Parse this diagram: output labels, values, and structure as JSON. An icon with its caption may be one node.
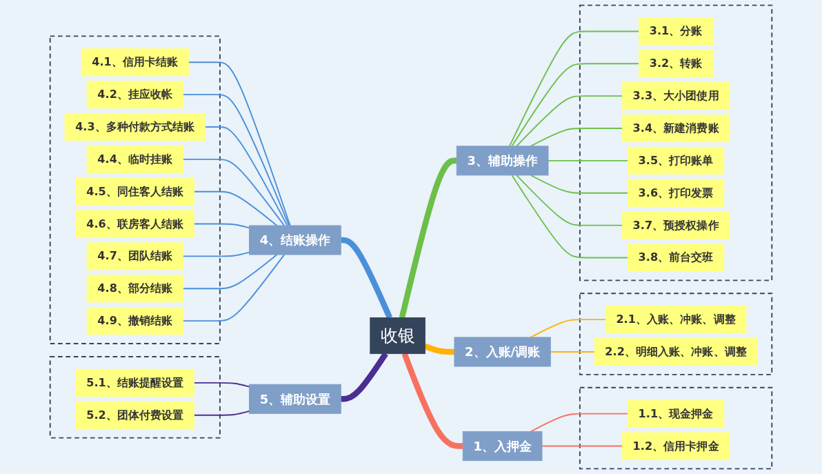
{
  "diagram": {
    "nodes": [
      {
        "text": [
          "收银"
        ]
      },
      {
        "text": [
          "1、入押金"
        ]
      },
      {
        "text": [],
        "shape": "box"
      },
      {
        "text": [
          "1.1、现金押金"
        ],
        "in": 2
      },
      {
        "text": [
          "1.2、信用卡押金"
        ],
        "in": 2
      },
      {
        "text": [
          "2、入账/调账"
        ]
      },
      {
        "text": [],
        "shape": "box"
      },
      {
        "text": [
          "2.1、入账、冲账、调整"
        ],
        "in": 6
      },
      {
        "text": [
          "2.2、明细入账、冲账、调整"
        ],
        "in": 6
      },
      {
        "text": [
          "3、辅助操作"
        ]
      },
      {
        "text": [],
        "shape": "box"
      },
      {
        "text": [
          "3.1、分账"
        ],
        "in": 10
      },
      {
        "text": [
          "3.2、转账"
        ],
        "in": 10
      },
      {
        "text": [
          "3.3、大小团使用"
        ],
        "in": 10
      },
      {
        "text": [
          "3.4、新建消费账"
        ],
        "in": 10
      },
      {
        "text": [
          "3.5、打印账单"
        ],
        "in": 10
      },
      {
        "text": [
          "3.6、打印发票"
        ],
        "in": 10
      },
      {
        "text": [
          "3.7、预授权操作"
        ],
        "in": 10
      },
      {
        "text": [
          "3.8、前台交班"
        ],
        "in": 10
      },
      {
        "text": [
          "4、结账操作"
        ]
      },
      {
        "text": [],
        "shape": "box"
      },
      {
        "text": [
          "4.1、信用卡结账"
        ],
        "in": 20
      },
      {
        "text": [
          "4.2、挂应收帐"
        ],
        "in": 20
      },
      {
        "text": [
          "4.3、多种付款方式结账"
        ],
        "in": 20
      },
      {
        "text": [
          "4.4、临时挂账"
        ],
        "in": 20
      },
      {
        "text": [
          "4.5、同住客人结账"
        ],
        "in": 20
      },
      {
        "text": [
          "4.6、联房客人结账"
        ],
        "in": 20
      },
      {
        "text": [
          "4.7、团队结账"
        ],
        "in": 20
      },
      {
        "text": [
          "4.8、部分结账"
        ],
        "in": 20
      },
      {
        "text": [
          "4.9、撤销结账"
        ],
        "in": 20
      },
      {
        "text": [
          "5、辅助设置"
        ]
      },
      {
        "text": [],
        "shape": "box"
      },
      {
        "text": [
          "5.1、结账提醒设置"
        ],
        "in": 31
      },
      {
        "text": [
          "5.2、团体付费设置"
        ],
        "in": 31
      }
    ],
    "edges": [
      {
        "from": 0,
        "to": 1,
        "arrow": "none",
        "style": "thick",
        "color": "#f87060"
      },
      {
        "from": 1,
        "to": 3,
        "arrow": "none",
        "color": "#f87060"
      },
      {
        "from": 1,
        "to": 4,
        "arrow": "none",
        "color": "#f87060"
      },
      {
        "from": 0,
        "to": 5,
        "arrow": "none",
        "style": "thick",
        "color": "#ffb300"
      },
      {
        "from": 5,
        "to": 7,
        "arrow": "none",
        "color": "#ffb300"
      },
      {
        "from": 5,
        "to": 8,
        "arrow": "none",
        "color": "#ffb300"
      },
      {
        "from": 0,
        "to": 9,
        "arrow": "none",
        "style": "thick",
        "color": "#6cc04a"
      },
      {
        "from": 9,
        "to": 11,
        "arrow": "none",
        "color": "#6cc04a"
      },
      {
        "from": 9,
        "to": 12,
        "arrow": "none",
        "color": "#6cc04a"
      },
      {
        "from": 9,
        "to": 13,
        "arrow": "none",
        "color": "#6cc04a"
      },
      {
        "from": 9,
        "to": 14,
        "arrow": "none",
        "color": "#6cc04a"
      },
      {
        "from": 9,
        "to": 15,
        "arrow": "none",
        "color": "#6cc04a"
      },
      {
        "from": 9,
        "to": 16,
        "arrow": "none",
        "color": "#6cc04a"
      },
      {
        "from": 9,
        "to": 17,
        "arrow": "none",
        "color": "#6cc04a"
      },
      {
        "from": 9,
        "to": 18,
        "arrow": "none",
        "color": "#6cc04a"
      },
      {
        "from": 0,
        "to": 19,
        "arrow": "none",
        "style": "thick",
        "color": "#4a90d9"
      },
      {
        "from": 19,
        "to": 21,
        "arrow": "none",
        "color": "#4a90d9"
      },
      {
        "from": 19,
        "to": 22,
        "arrow": "none",
        "color": "#4a90d9"
      },
      {
        "from": 19,
        "to": 23,
        "arrow": "none",
        "color": "#4a90d9"
      },
      {
        "from": 19,
        "to": 24,
        "arrow": "none",
        "color": "#4a90d9"
      },
      {
        "from": 19,
        "to": 25,
        "arrow": "none",
        "color": "#4a90d9"
      },
      {
        "from": 19,
        "to": 26,
        "arrow": "none",
        "color": "#4a90d9"
      },
      {
        "from": 19,
        "to": 27,
        "arrow": "none",
        "color": "#4a90d9"
      },
      {
        "from": 19,
        "to": 28,
        "arrow": "none",
        "color": "#4a90d9"
      },
      {
        "from": 19,
        "to": 29,
        "arrow": "none",
        "color": "#4a90d9"
      },
      {
        "from": 0,
        "to": 30,
        "arrow": "none",
        "style": "thick",
        "color": "#4b2e91"
      },
      {
        "from": 30,
        "to": 32,
        "arrow": "none",
        "color": "#4b2e91"
      },
      {
        "from": 30,
        "to": 33,
        "arrow": "none",
        "color": "#4b2e91"
      }
    ]
  }
}
